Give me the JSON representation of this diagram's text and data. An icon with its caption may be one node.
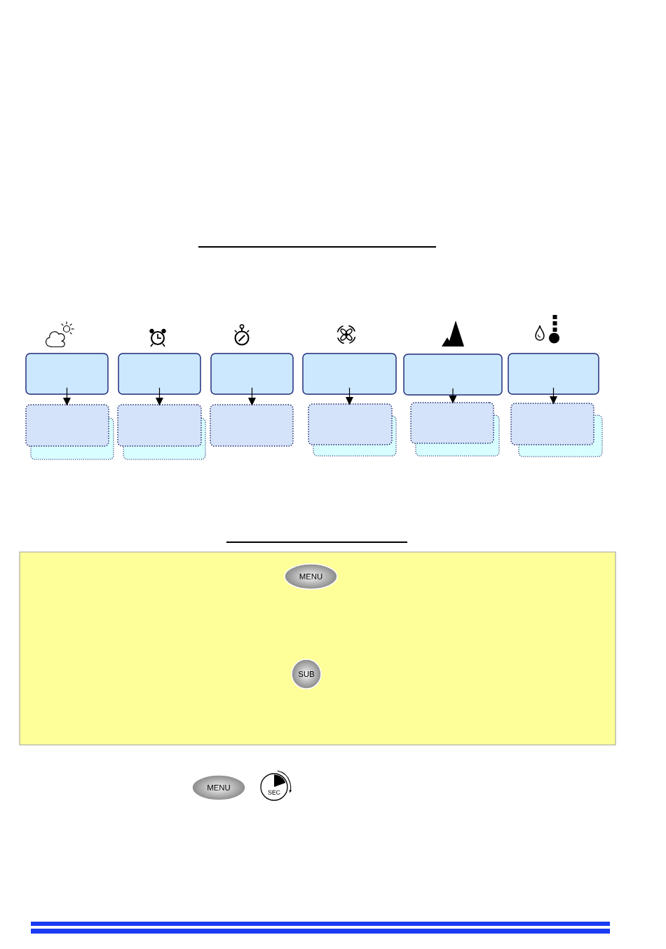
{
  "diagram": {
    "nodes": [
      {
        "text": [],
        "shape": "box"
      },
      {
        "text": [],
        "shape": "box"
      },
      {
        "text": [],
        "shape": "box"
      },
      {
        "text": [],
        "shape": "box"
      },
      {
        "text": [],
        "shape": "box"
      },
      {
        "text": [],
        "shape": "box"
      },
      {
        "text": [],
        "shape": "box"
      },
      {
        "text": [],
        "shape": "box"
      },
      {
        "text": [],
        "shape": "box"
      },
      {
        "text": [],
        "shape": "box"
      },
      {
        "text": [],
        "shape": "box"
      },
      {
        "text": [],
        "shape": "box"
      },
      {
        "text": [],
        "shape": "box"
      },
      {
        "text": [],
        "shape": "box"
      },
      {
        "text": [],
        "shape": "box"
      },
      {
        "text": [],
        "shape": "box"
      },
      {
        "text": [],
        "shape": "box"
      },
      {
        "text": [],
        "shape": "box"
      },
      {
        "text": [
          "MENU"
        ],
        "in": 17
      },
      {
        "text": [
          "SUB"
        ],
        "in": 17
      },
      {
        "text": [
          "MENU"
        ]
      },
      {
        "text": [
          "SEC"
        ]
      }
    ],
    "edges": [
      {
        "from": 0,
        "to": 6,
        "arrow": "to"
      },
      {
        "from": 1,
        "to": 7,
        "arrow": "to"
      },
      {
        "from": 2,
        "to": 8,
        "arrow": "to"
      },
      {
        "from": 3,
        "to": 9,
        "arrow": "to"
      },
      {
        "from": 4,
        "to": 10,
        "arrow": "to"
      },
      {
        "from": 5,
        "to": 11,
        "arrow": "to"
      }
    ]
  }
}
